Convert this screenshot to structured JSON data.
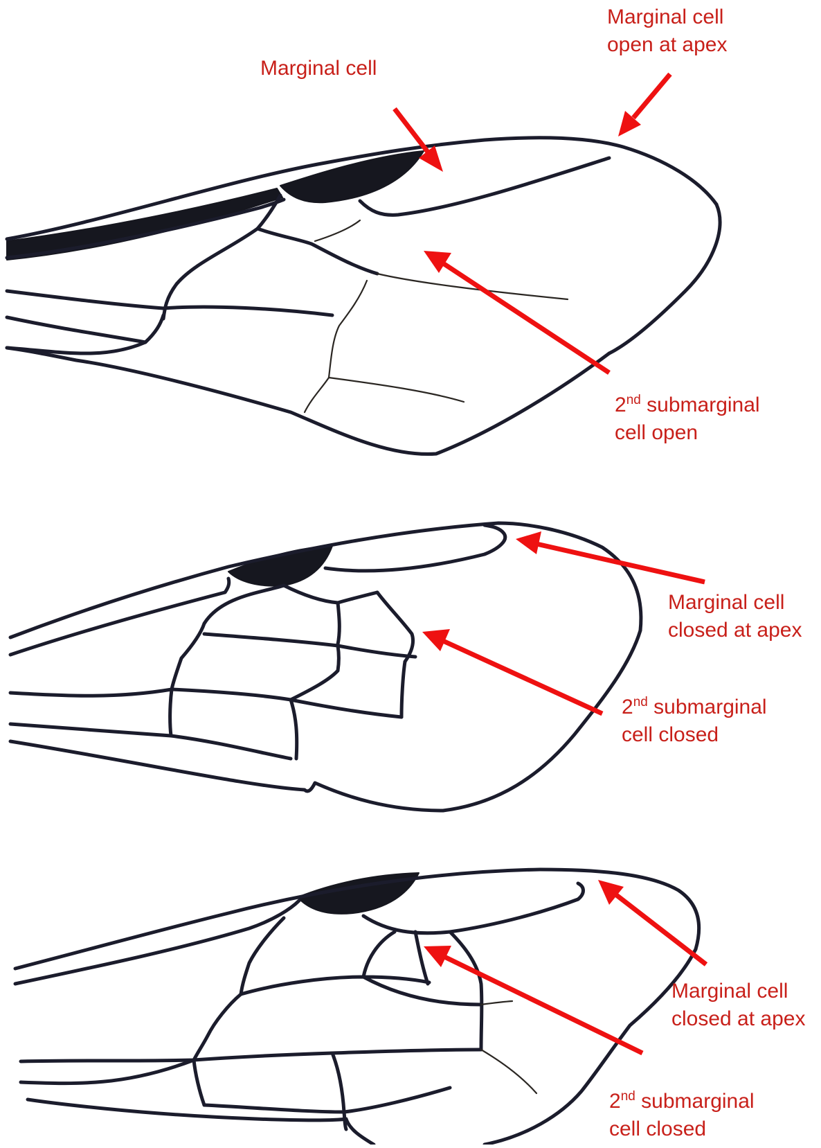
{
  "panels": [
    {
      "id": "wing-1",
      "labels": {
        "marginal_cell": "Marginal cell",
        "apex_line1": "Marginal cell",
        "apex_line2": "open at apex",
        "submarginal_ordinal": "2",
        "submarginal_suffix": "nd",
        "submarginal_rest": " submarginal",
        "submarginal_line2": "cell open"
      }
    },
    {
      "id": "wing-2",
      "labels": {
        "apex_line1": "Marginal cell",
        "apex_line2": "closed at apex",
        "submarginal_ordinal": "2",
        "submarginal_suffix": "nd",
        "submarginal_rest": " submarginal",
        "submarginal_line2": "cell closed"
      }
    },
    {
      "id": "wing-3",
      "labels": {
        "apex_line1": "Marginal cell",
        "apex_line2": "closed at apex",
        "submarginal_ordinal": "2",
        "submarginal_suffix": "nd",
        "submarginal_rest": " submarginal",
        "submarginal_line2": "cell closed"
      }
    }
  ],
  "colors": {
    "arrow": "#ee1111",
    "label_text": "#c8201a",
    "vein": "#1b1c2c"
  }
}
